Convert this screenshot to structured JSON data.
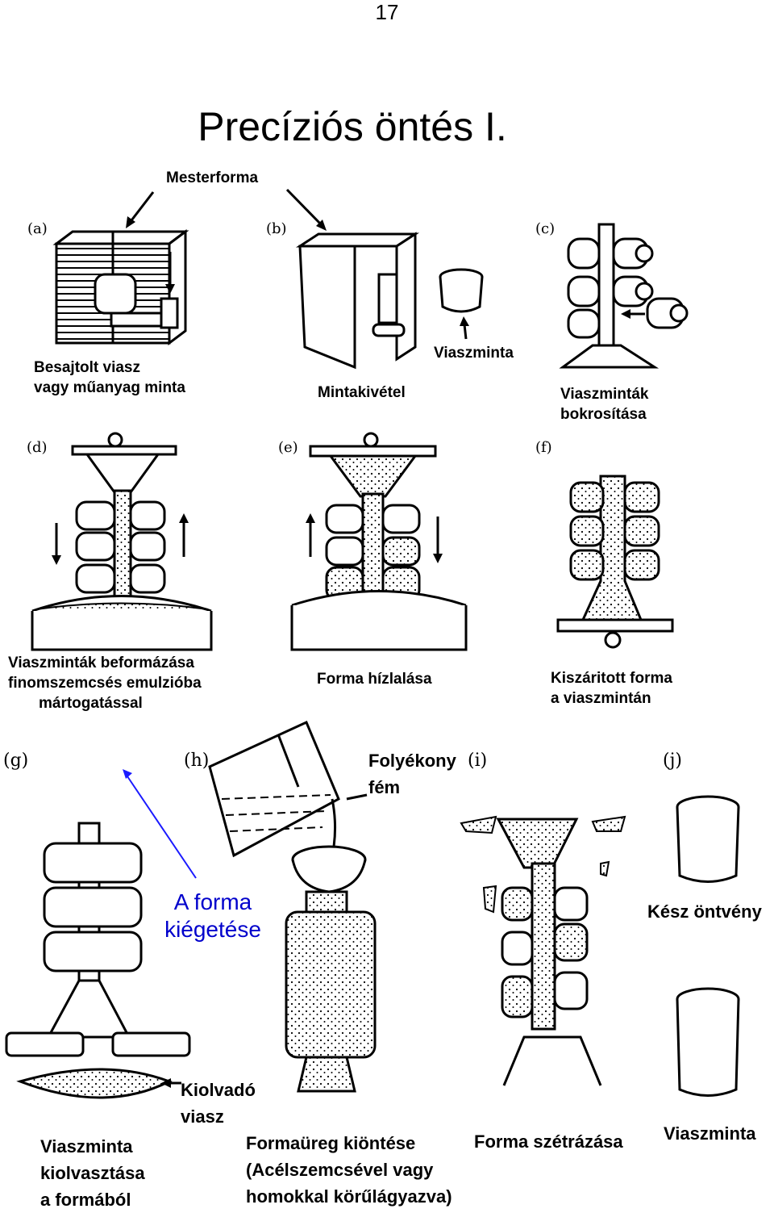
{
  "page_number": "17",
  "title": "Precíziós öntés I.",
  "master_form_label": "Mesterforma",
  "panels": {
    "a": {
      "tag": "(a)",
      "caption": [
        "Besajtolt viasz",
        "vagy műanyag minta"
      ]
    },
    "b": {
      "tag": "(b)",
      "caption": [
        "Mintakivétel"
      ],
      "callout": "Viaszminta"
    },
    "c": {
      "tag": "(c)",
      "caption": [
        "Viaszminták",
        "bokrosítása"
      ]
    },
    "d": {
      "tag": "(d)",
      "caption": [
        "Viaszminták beformázása",
        "finomszemcsés emulzióba",
        "mártogatással"
      ]
    },
    "e": {
      "tag": "(e)",
      "caption": [
        "Forma hízlalása"
      ]
    },
    "f": {
      "tag": "(f)",
      "caption": [
        "Kiszáritott forma",
        "a viaszmintán"
      ]
    },
    "g": {
      "tag": "(g)",
      "caption": [
        "Viaszminta",
        "kiolvasztása",
        "a formából"
      ],
      "callout": [
        "Kiolvadó",
        "viasz"
      ]
    },
    "h": {
      "tag": "(h)",
      "caption": [
        "Formaüreg kiöntése",
        "(Acélszemcsével vagy",
        "homokkal körűlágyazva)"
      ],
      "callout": [
        "Folyékony",
        "fém"
      ]
    },
    "i": {
      "tag": "(i)",
      "caption": [
        "Forma szétrázása"
      ]
    },
    "j": {
      "tag": "(j)",
      "caption": [
        "Kész öntvény"
      ],
      "callout": "Viaszminta"
    }
  },
  "annotation": {
    "text": [
      "A forma",
      "kiégetése"
    ],
    "color": "#0000cc"
  }
}
